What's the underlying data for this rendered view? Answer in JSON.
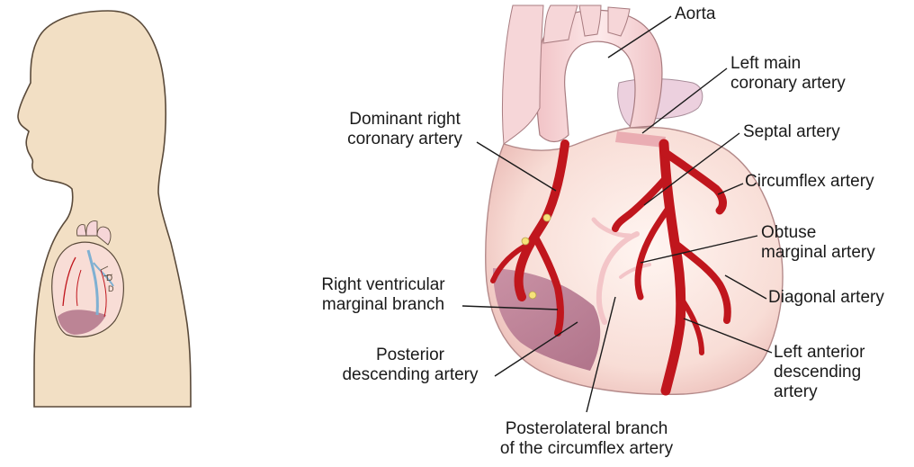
{
  "diagram": {
    "labels": {
      "aorta": {
        "lines": [
          "Aorta"
        ]
      },
      "left_main_coronary_artery": {
        "lines": [
          "Left main",
          "coronary artery"
        ]
      },
      "septal_artery": {
        "lines": [
          "Septal artery"
        ]
      },
      "circumflex_artery": {
        "lines": [
          "Circumflex artery"
        ]
      },
      "obtuse_marginal_artery": {
        "lines": [
          "Obtuse",
          "marginal artery"
        ]
      },
      "diagonal_artery": {
        "lines": [
          "Diagonal artery"
        ]
      },
      "left_anterior_descending_artery": {
        "lines": [
          "Left anterior",
          "descending",
          "artery"
        ]
      },
      "posterolateral_branch": {
        "lines": [
          "Posterolateral branch",
          "of the circumflex artery"
        ]
      },
      "posterior_descending_artery": {
        "lines": [
          "Posterior",
          "descending artery"
        ]
      },
      "right_ventricular_marginal_branch": {
        "lines": [
          "Right ventricular",
          "marginal branch"
        ]
      },
      "dominant_right_coronary_artery": {
        "lines": [
          "Dominant right",
          "coronary artery"
        ]
      }
    },
    "colors": {
      "skin": "#f2dfc4",
      "skin_outline": "#5a4a3a",
      "heart_fill": "#f8ddd6",
      "heart_light": "#fbeae5",
      "artery": "#c0161d",
      "infarct": "#b1748a",
      "aorta_fill": "#f6d6d8",
      "leader_line": "#1a1a1a"
    }
  }
}
